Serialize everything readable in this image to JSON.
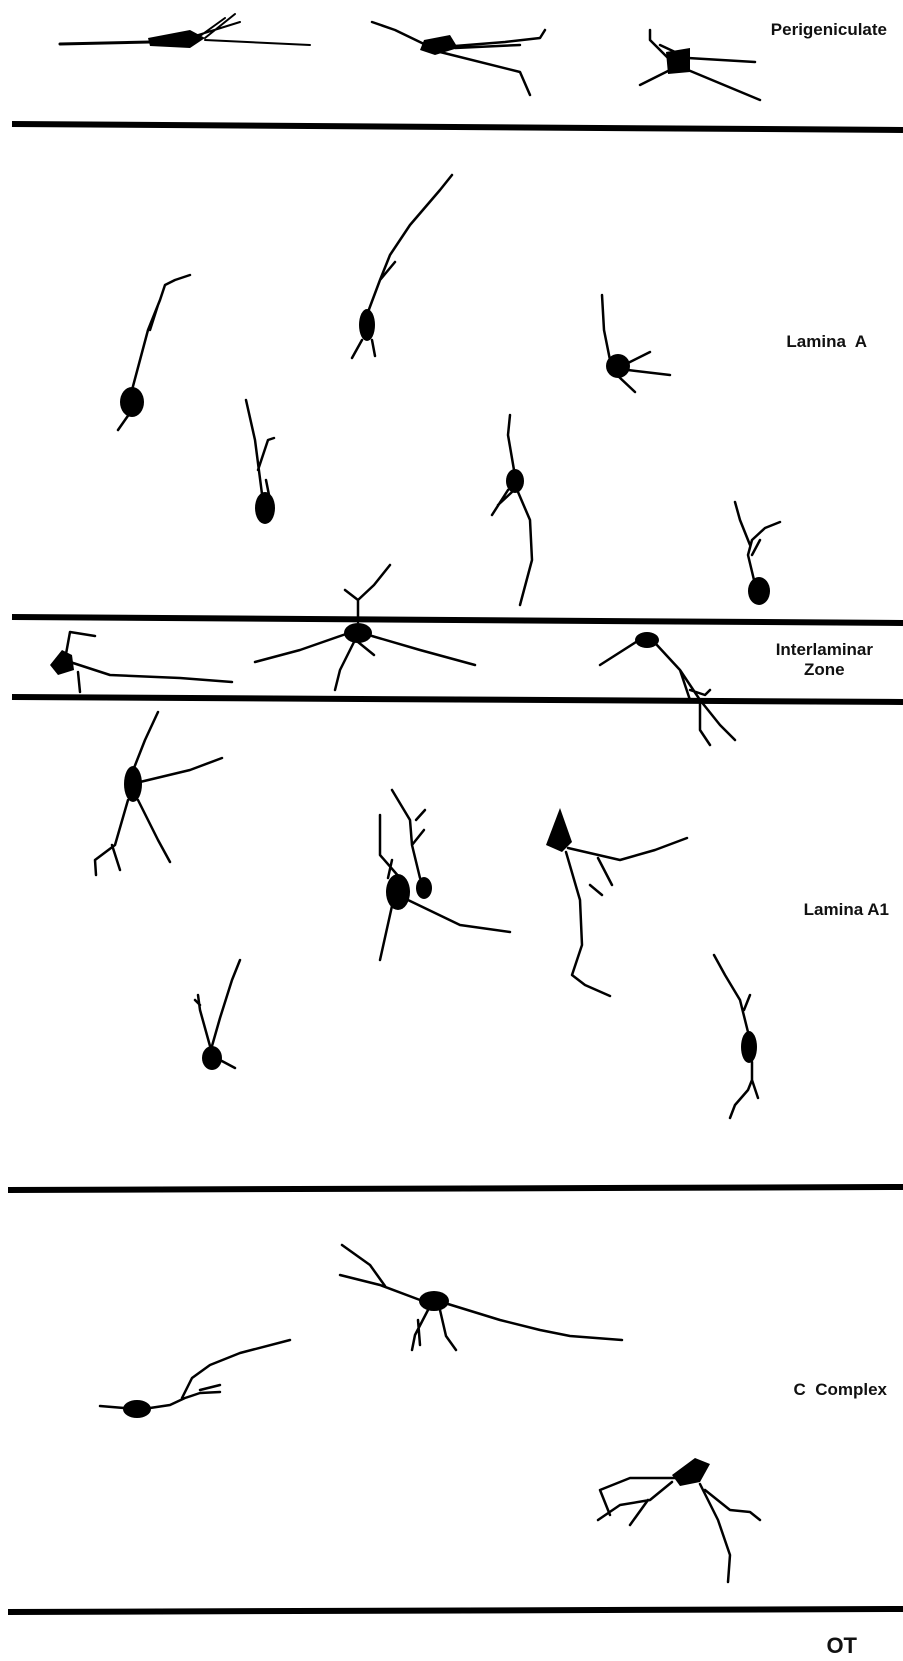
{
  "layers": [
    {
      "id": "perigeniculate",
      "label": "Perigeniculate"
    },
    {
      "id": "lamina-a",
      "label": "Lamina  A"
    },
    {
      "id": "interlaminar",
      "label": "Interlaminar\nZone"
    },
    {
      "id": "lamina-a1",
      "label": "Lamina A1"
    },
    {
      "id": "c-complex",
      "label": "C  Complex"
    },
    {
      "id": "ot",
      "label": "OT"
    }
  ],
  "colors": {
    "ink": "#000000",
    "background": "#ffffff"
  }
}
